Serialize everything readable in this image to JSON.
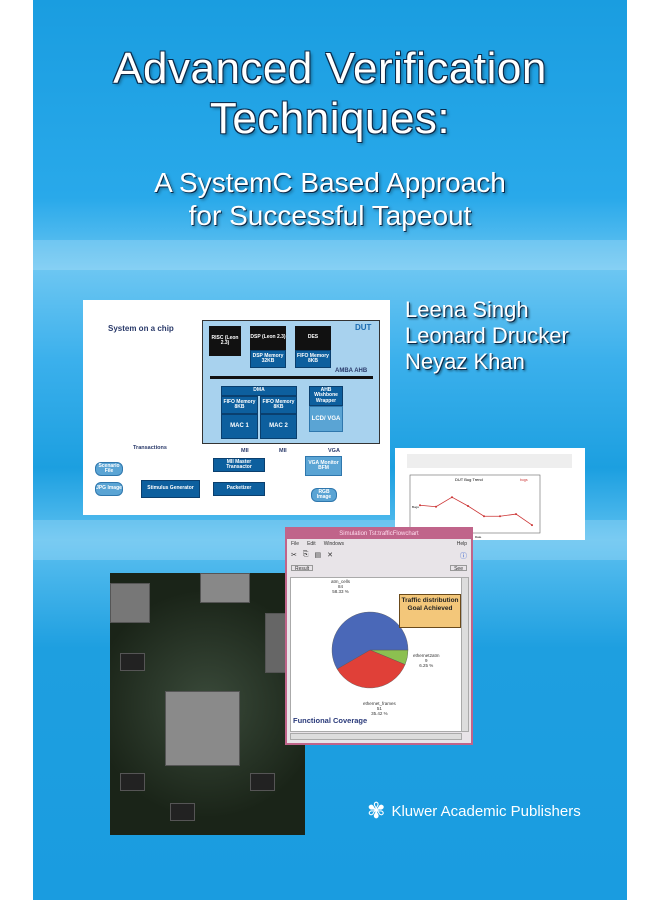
{
  "title_lines": [
    "Advanced Verification",
    "Techniques:"
  ],
  "subtitle_lines": [
    "A SystemC Based Approach",
    "for Successful Tapeout"
  ],
  "authors": [
    "Leena Singh",
    "Leonard Drucker",
    "Neyaz Khan"
  ],
  "publisher": "Kluwer Academic Publishers",
  "diagram": {
    "title": "System on a chip",
    "dut": "DUT",
    "bus": "AMBA AHB",
    "blocks": {
      "risc": "RISC (Leon 2.3)",
      "dsp": "DSP (Leon 2.3)",
      "dsp_mem": "DSP Memory 32KB",
      "des": "DES",
      "des_mem": "FIFO Memory 8KB",
      "dma": "DMA",
      "fifo1": "FIFO Memory 8KB",
      "fifo2": "FIFO Memory 8KB",
      "mac1": "MAC 1",
      "mac2": "MAC 2",
      "ahb_wrapper": "AHB Wishbone Wrapper",
      "lcd": "LCD/ VGA",
      "mii_master": "MII Master Transactor",
      "stim": "Stimulus Generator",
      "pack": "Packetizer",
      "vga_mon": "VGA Monitor BFM",
      "scen": "Scenario File",
      "jpg": "JPG Image",
      "rgb": "RGB Image"
    },
    "labels": {
      "transactions": "Transactions",
      "mii1": "MII",
      "mii2": "MII",
      "vga": "VGA"
    }
  },
  "window": {
    "title": "Simulation Tst:trafficFlowchart",
    "menu": [
      "File",
      "Edit",
      "Windows"
    ],
    "help": "Help",
    "result": "Result",
    "see": "See",
    "callout": "Traffic distribution Goal Achieved",
    "footer": "Functional Coverage"
  },
  "chart_data": [
    {
      "type": "pie",
      "title": "Functional Coverage",
      "slices": [
        {
          "label": "atm_cells",
          "count": "84",
          "pct": "58.33 %",
          "value": 58.33,
          "color": "#4a68b8"
        },
        {
          "label": "ethernet2atm",
          "count": "9",
          "pct": "6.25 %",
          "value": 6.25,
          "color": "#8cc050"
        },
        {
          "label": "ethernet_frames",
          "count": "51",
          "pct": "35.42 %",
          "value": 35.42,
          "color": "#e04038"
        }
      ]
    },
    {
      "type": "line",
      "title": "DUT Bug Trend",
      "legend": "bugs",
      "xlabel": "Date",
      "ylabel": "Bugs",
      "ylim": [
        0,
        60
      ],
      "values": [
        31,
        29,
        42,
        30,
        16,
        16,
        19,
        4
      ]
    }
  ]
}
